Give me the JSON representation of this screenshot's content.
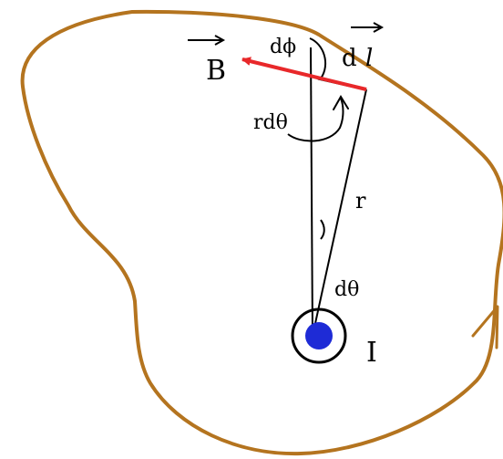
{
  "labels": {
    "field": "B",
    "line_element": "d",
    "line_element_var": "l",
    "dphi": "dϕ",
    "rdtheta": "rdθ",
    "radius": "r",
    "dtheta": "dθ",
    "current": "I"
  },
  "colors": {
    "loop": "#b4741f",
    "field_arrow": "#e8282a",
    "wire": "#1e2bd6",
    "lines": "#000000"
  }
}
